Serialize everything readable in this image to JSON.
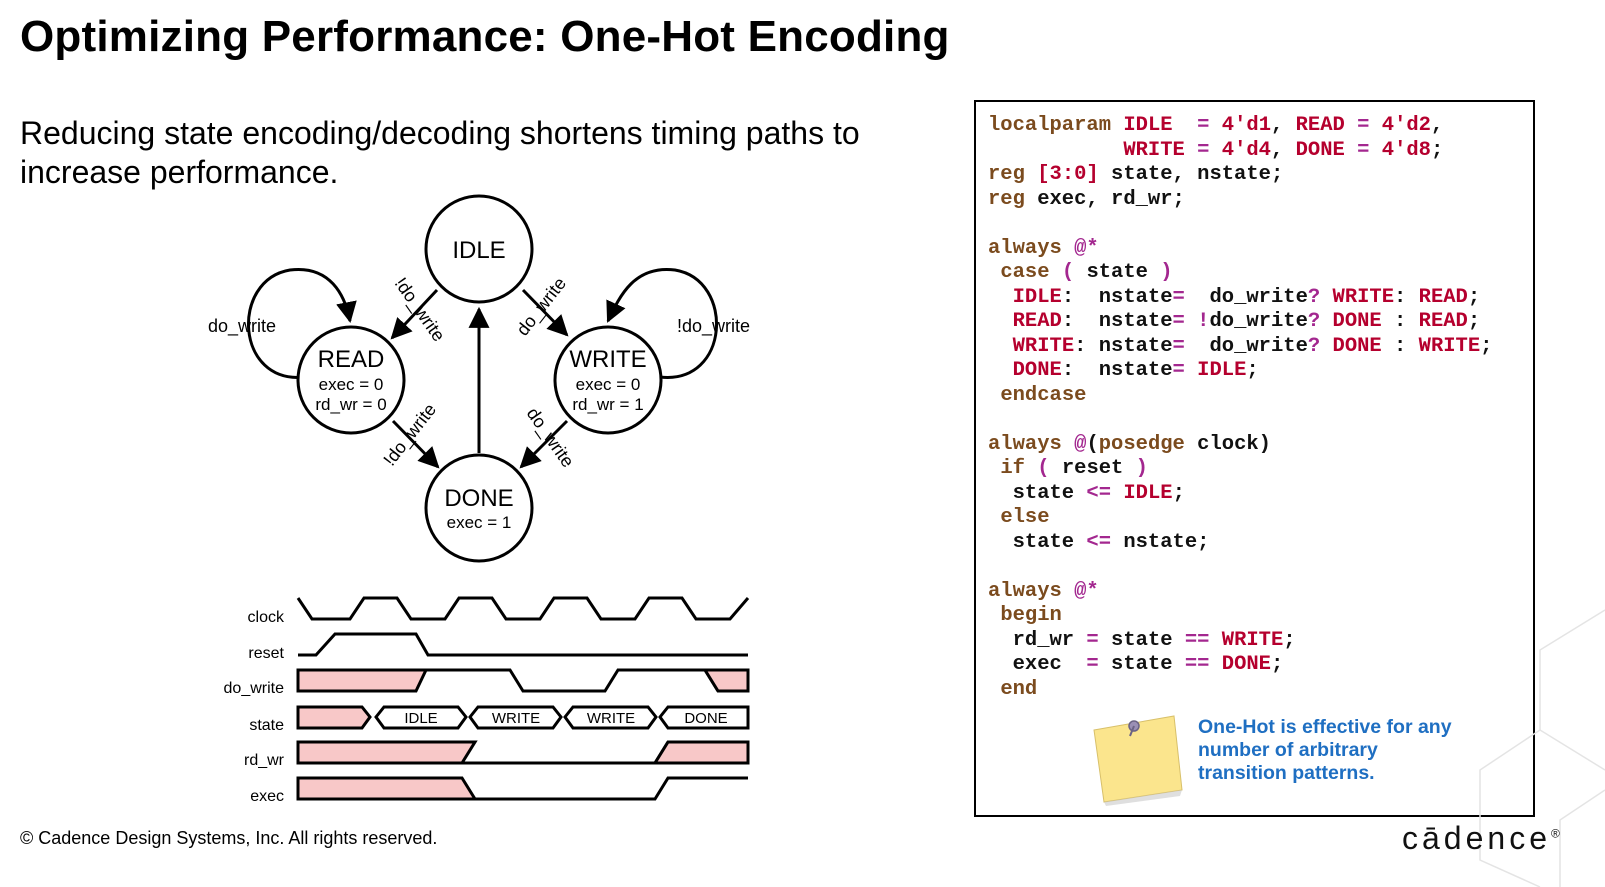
{
  "slide": {
    "title": "Optimizing Performance: One-Hot Encoding",
    "subtitle": "Reducing state encoding/decoding shortens timing paths to increase performance.",
    "copyright": "© Cadence Design Systems, Inc. All rights reserved.",
    "logo": "cādence"
  },
  "fsm": {
    "states": [
      {
        "id": "idle",
        "name": "IDLE",
        "outputs": []
      },
      {
        "id": "read",
        "name": "READ",
        "outputs": [
          "exec = 0",
          "rd_wr = 0"
        ]
      },
      {
        "id": "write",
        "name": "WRITE",
        "outputs": [
          "exec = 0",
          "rd_wr = 1"
        ]
      },
      {
        "id": "done",
        "name": "DONE",
        "outputs": [
          "exec = 1"
        ]
      }
    ],
    "transitions": [
      {
        "from": "READ",
        "to": "READ",
        "label": "do_write"
      },
      {
        "from": "WRITE",
        "to": "WRITE",
        "label": "!do_write"
      },
      {
        "from": "IDLE",
        "to": "READ",
        "label": "!do_write"
      },
      {
        "from": "IDLE",
        "to": "WRITE",
        "label": "do_write"
      },
      {
        "from": "READ",
        "to": "DONE",
        "label": "!do_write"
      },
      {
        "from": "WRITE",
        "to": "DONE",
        "label": "do_write"
      },
      {
        "from": "DONE",
        "to": "IDLE",
        "label": ""
      }
    ]
  },
  "waveform": {
    "signals": [
      "clock",
      "reset",
      "do_write",
      "state",
      "rd_wr",
      "exec"
    ],
    "state_values": [
      "IDLE",
      "WRITE",
      "WRITE",
      "DONE"
    ]
  },
  "code": {
    "lines": [
      "localparam IDLE  = 4'd1, READ = 4'd2,",
      "           WRITE = 4'd4, DONE = 4'd8;",
      "reg [3:0] state, nstate;",
      "reg exec, rd_wr;",
      "",
      "always @*",
      " case ( state )",
      "  IDLE:  nstate=  do_write? WRITE: READ;",
      "  READ:  nstate= !do_write? DONE : READ;",
      "  WRITE: nstate=  do_write? DONE : WRITE;",
      "  DONE:  nstate= IDLE;",
      " endcase",
      "",
      "always @(posedge clock)",
      " if ( reset )",
      "  state <= IDLE;",
      " else",
      "  state <= nstate;",
      "",
      "always @*",
      " begin",
      "  rd_wr = state == WRITE;",
      "  exec  = state == DONE;",
      " end"
    ]
  },
  "note": {
    "text": "One-Hot is effective for any number of arbitrary transition patterns."
  },
  "colors": {
    "keyword": "#7b4b1e",
    "state_const": "#b5002e",
    "operator": "#a3278f",
    "note_text": "#1f6fc2",
    "wave_fill": "#f8c8c8",
    "sticky_note": "#fbe58d"
  }
}
